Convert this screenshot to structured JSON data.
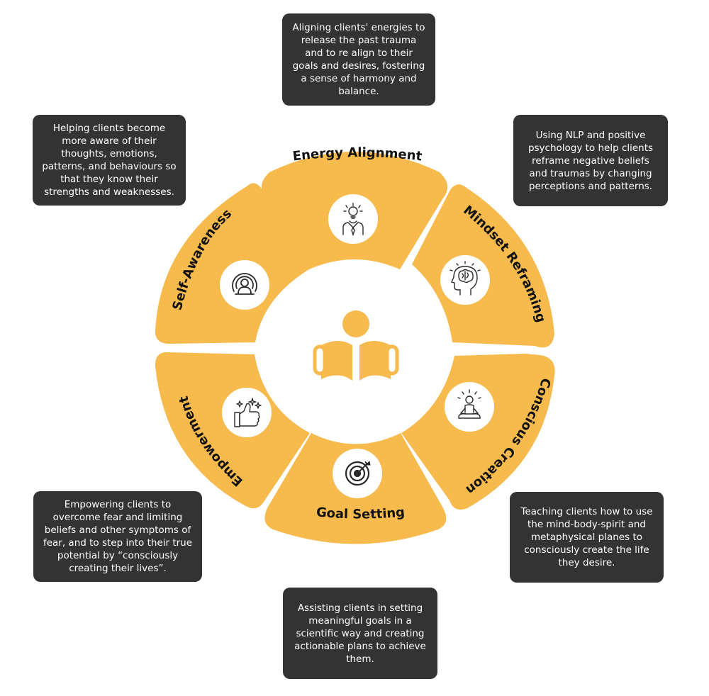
{
  "colors": {
    "segment": "#F7BA4C",
    "box": "#333333",
    "icon": "#2a2a2a",
    "white": "#ffffff"
  },
  "segments": [
    {
      "id": "energy",
      "label": "Energy Alignment",
      "icon": "lightbulb-person-icon"
    },
    {
      "id": "mindset",
      "label": "Mindset Reframing",
      "icon": "brain-head-icon"
    },
    {
      "id": "conscious",
      "label": "Conscious Creation",
      "icon": "meditation-icon"
    },
    {
      "id": "goal",
      "label": "Goal Setting",
      "icon": "target-icon"
    },
    {
      "id": "empower",
      "label": "Empowerment",
      "icon": "thumbs-up-icon"
    },
    {
      "id": "self",
      "label": "Self-Awareness",
      "icon": "person-radar-icon"
    }
  ],
  "center": {
    "icon": "reading-person-icon"
  },
  "descriptions": {
    "energy": "Aligning clients' energies to release the past trauma and to re align to their goals and desires, fostering a sense of harmony and balance.",
    "mindset": "Using NLP and positive psychology to help clients reframe negative beliefs and traumas by changing perceptions and patterns.",
    "conscious": "Teaching clients how to use the mind-body-spirit and metaphysical planes to consciously create the life they desire.",
    "goal": "Assisting clients in setting meaningful goals in a scientific way and creating actionable plans to achieve them.",
    "empower": "Empowering clients to overcome fear and limiting beliefs and other symptoms of fear, and to step into their true potential by “consciously creating their lives”.",
    "self": "Helping clients become more aware of their thoughts, emotions, patterns, and behaviours so that they know their strengths and weaknesses."
  }
}
